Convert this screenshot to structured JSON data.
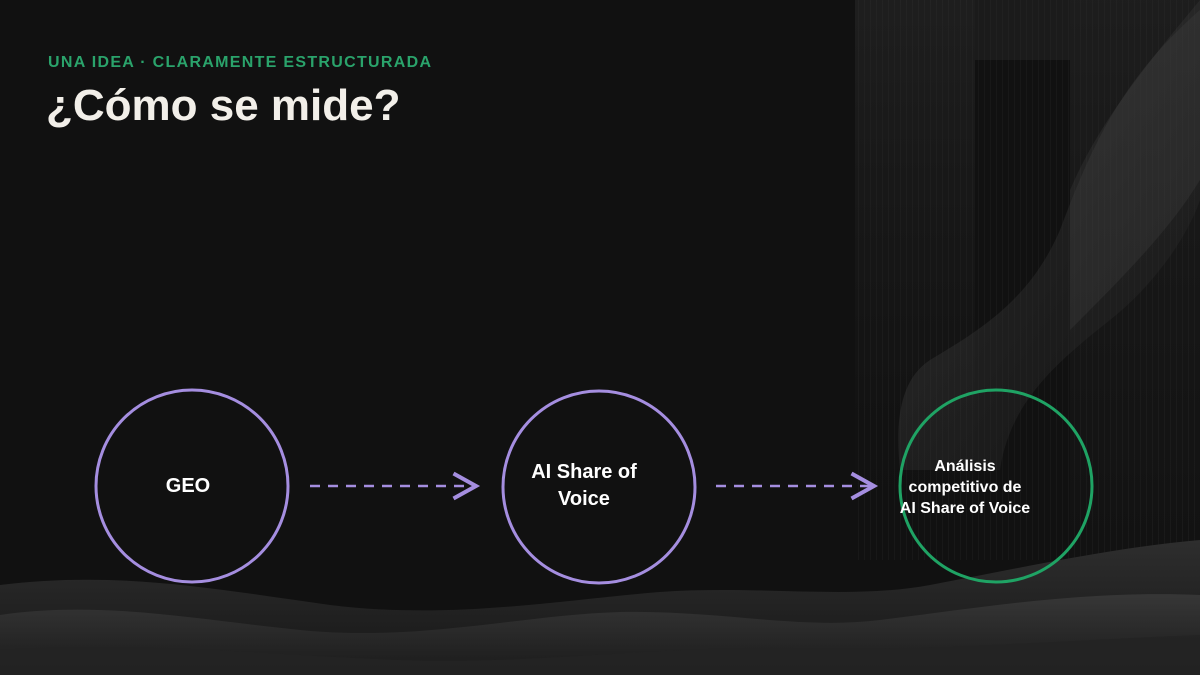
{
  "slide": {
    "eyebrow": "UNA IDEA · CLARAMENTE ESTRUCTURADA",
    "title": "¿Cómo se mide?"
  },
  "diagram": {
    "type": "flow",
    "nodes": [
      {
        "id": "geo",
        "label": "GEO",
        "stroke": "#a58ee0"
      },
      {
        "id": "sov",
        "label": "AI Share of\nVoice",
        "stroke": "#a58ee0"
      },
      {
        "id": "comp",
        "label": "Análisis\ncompetitivo de\nAI Share of Voice",
        "stroke": "#1fa364"
      }
    ],
    "edges": [
      {
        "from": "geo",
        "to": "sov",
        "style": "dashed-arrow",
        "color": "#a58ee0"
      },
      {
        "from": "sov",
        "to": "comp",
        "style": "dashed-arrow",
        "color": "#a58ee0"
      }
    ]
  },
  "colors": {
    "background": "#111111",
    "eyebrow": "#2aa36b",
    "title": "#f2efe9",
    "accent_purple": "#a58ee0",
    "accent_green": "#1fa364"
  }
}
